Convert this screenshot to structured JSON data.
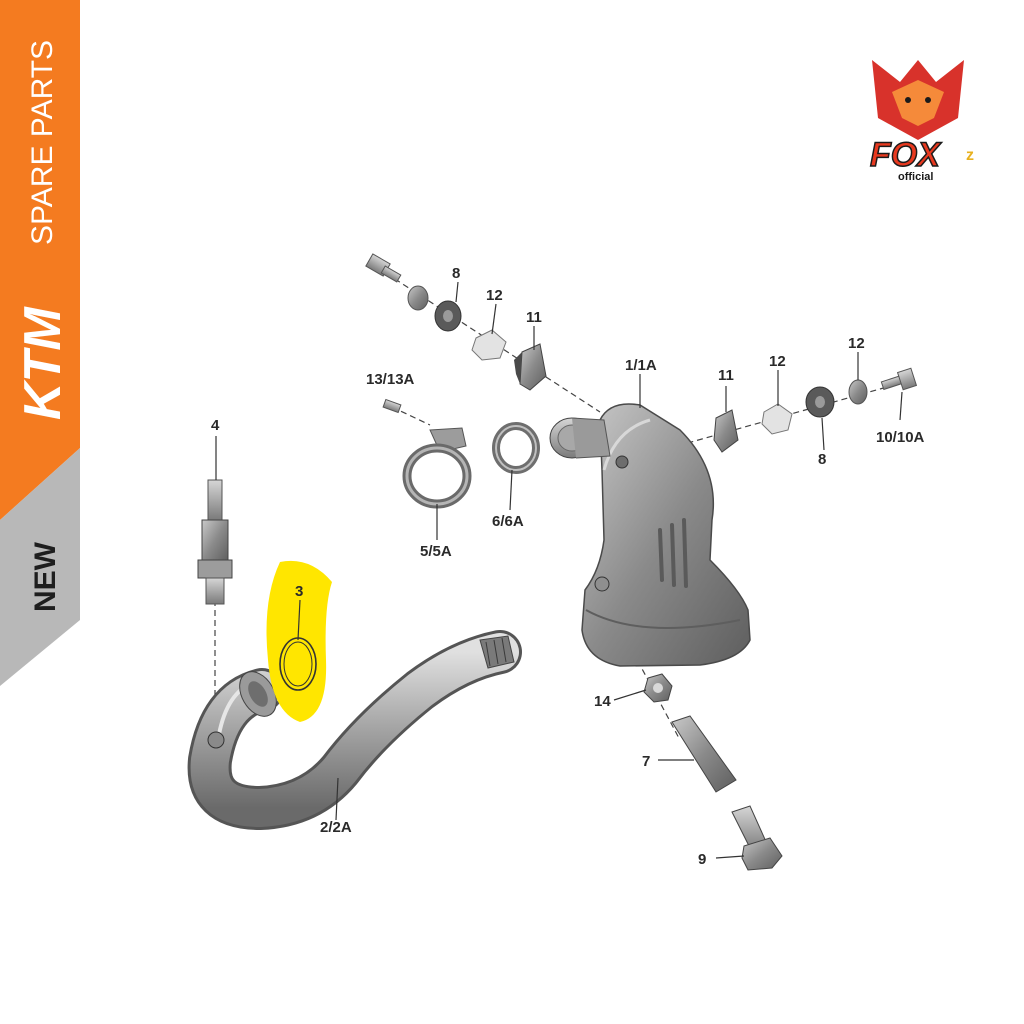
{
  "banner": {
    "brand": "KTM",
    "category": "SPARE PARTS",
    "badge": "NEW",
    "orange": "#f47b20",
    "grey": "#b8b8b8"
  },
  "watermark": {
    "logo_text": "FOX",
    "superscript": "z",
    "tag": "official"
  },
  "highlight_color": "#ffe600",
  "parts": [
    {
      "id": "p-1-1a",
      "label": "1/1A"
    },
    {
      "id": "p-2-2a",
      "label": "2/2A"
    },
    {
      "id": "p-3",
      "label": "3"
    },
    {
      "id": "p-4",
      "label": "4"
    },
    {
      "id": "p-5-5a",
      "label": "5/5A"
    },
    {
      "id": "p-6-6a",
      "label": "6/6A"
    },
    {
      "id": "p-7",
      "label": "7"
    },
    {
      "id": "p-8a",
      "label": "8"
    },
    {
      "id": "p-8b",
      "label": "8"
    },
    {
      "id": "p-9",
      "label": "9"
    },
    {
      "id": "p-10-10a",
      "label": "10/10A"
    },
    {
      "id": "p-11a",
      "label": "11"
    },
    {
      "id": "p-11b",
      "label": "11"
    },
    {
      "id": "p-12a",
      "label": "12"
    },
    {
      "id": "p-12b",
      "label": "12"
    },
    {
      "id": "p-12c",
      "label": "12"
    },
    {
      "id": "p-13-13a",
      "label": "13/13A"
    },
    {
      "id": "p-14",
      "label": "14"
    }
  ]
}
